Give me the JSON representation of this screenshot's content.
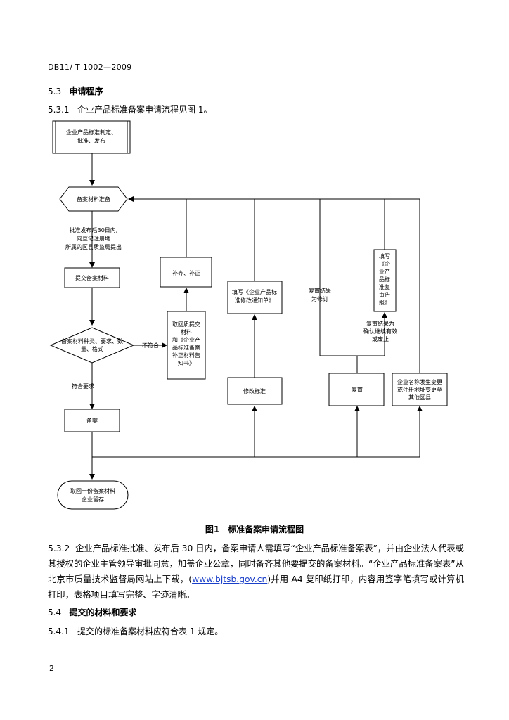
{
  "header": {
    "doc_id": "DB11/ T 1002—2009"
  },
  "sections": {
    "s53": {
      "num": "5.3",
      "title": "申请程序"
    },
    "s531": {
      "num": "5.3.1",
      "text": "企业产品标准备案申请流程见图 1。"
    },
    "s532": {
      "num": "5.3.2",
      "text_a": "企业产品标准批准、发布后 30 日内，备案申请人需填写“企业产品标准备案表”，并由企业法人代表或其授权的企业主管领导审批同意，加盖企业公章，同时备齐其他要提交的备案材料。“企业产品标准备案表”从北京市质量技术监督局网站上下载，(",
      "link": "www.bjtsb.gov.cn",
      "text_b": ")并用 A4 复印纸打印，内容用签字笔填写或计算机打印，表格项目填写完整、字迹清晰。"
    },
    "s54": {
      "num": "5.4",
      "title": "提交的材料和要求"
    },
    "s541": {
      "num": "5.4.1",
      "text": "提交的标准备案材料应符合表 1 规定。"
    }
  },
  "figure": {
    "caption": "图1　标准备案申请流程图",
    "nodes": {
      "start": [
        "企业产品标准制定、",
        "批准、发布"
      ],
      "prepare": "备案材料准备",
      "note_30days": [
        "批准发布后30日内,",
        "向登记注册地",
        "所属的区县质监局提出"
      ],
      "submit": "提交备案材料",
      "supplement": "补齐、补正",
      "return_notice": [
        "取回质提交",
        "材料",
        "和《企业产",
        "品标准备案",
        "补正材料告",
        "知书》"
      ],
      "decision": [
        "备案材料种类、要求、数",
        "量、格式"
      ],
      "not_conform": "不符合",
      "conform": "符合要求",
      "filing": "备案",
      "end": [
        "取回一份备案材料",
        "企业留存"
      ],
      "fill_notice": [
        "填写《企业产品标",
        "准修改通知单》"
      ],
      "modify": "修改标准",
      "review_result": [
        "复审结果",
        "为修订"
      ],
      "review": "复审",
      "fill_review": [
        "填写",
        "《企",
        "业产",
        "品标",
        "准复",
        "审告",
        "报》"
      ],
      "review_confirm": [
        "复审结果为",
        "确认继续有效",
        "或废止"
      ],
      "name_change": [
        "企业名称发生变更",
        "或注册地址变更至",
        "其他区县"
      ]
    }
  },
  "page_number": "2"
}
